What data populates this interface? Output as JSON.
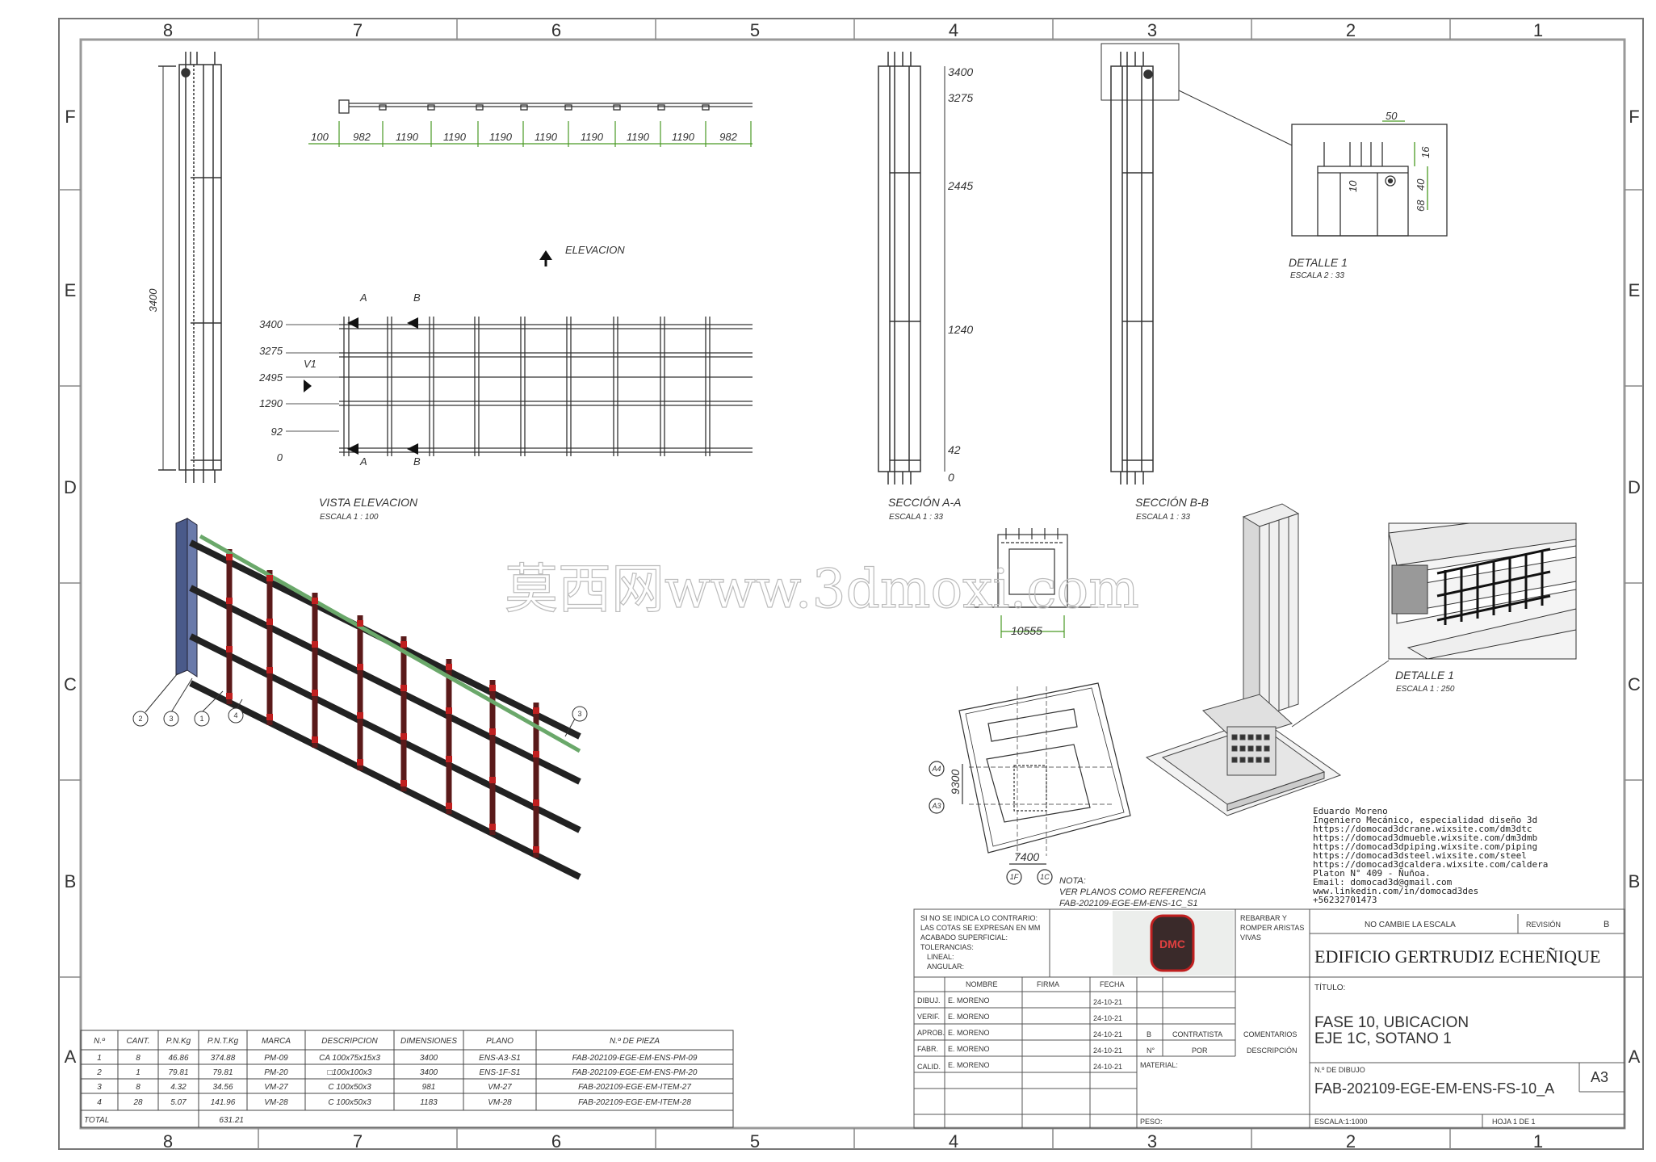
{
  "frame": {
    "columns": [
      "8",
      "7",
      "6",
      "5",
      "4",
      "3",
      "2",
      "1"
    ],
    "rows": [
      "F",
      "E",
      "D",
      "C",
      "B",
      "A"
    ]
  },
  "views": {
    "vista_elevacion": {
      "title": "VISTA ELEVACION",
      "scale": "ESCALA 1 : 100"
    },
    "seccion_aa": {
      "title": "SECCIÓN A-A",
      "scale": "ESCALA 1 : 33"
    },
    "seccion_bb": {
      "title": "SECCIÓN B-B",
      "scale": "ESCALA 1 : 33"
    },
    "detalle_top": {
      "title": "DETALLE 1",
      "scale": "ESCALA 2 : 33"
    },
    "detalle_iso": {
      "title": "DETALLE 1",
      "scale": "ESCALA 1 : 250"
    },
    "elevacion_arrow": "ELEVACION"
  },
  "dims": {
    "side_height": "3400",
    "top_dims": [
      "100",
      "982",
      "1190",
      "1190",
      "1190",
      "1190",
      "1190",
      "1190",
      "1190",
      "982"
    ],
    "elev_levels": [
      "3400",
      "3275",
      "2495",
      "1290",
      "92",
      "0"
    ],
    "elev_v1": "V1",
    "section_marks": [
      "A",
      "B"
    ],
    "seccion_levels": [
      "3400",
      "3275",
      "2445",
      "1240",
      "42",
      "0"
    ],
    "detail_dims": [
      "50",
      "16",
      "10",
      "68",
      "40"
    ],
    "plan_width": "10555",
    "site_dims": [
      "9300",
      "7400"
    ],
    "site_axes": [
      "A4",
      "A3",
      "1F",
      "1C"
    ]
  },
  "balloons": [
    "2",
    "3",
    "1",
    "4",
    "3"
  ],
  "note": {
    "title": "NOTA:",
    "line1": "VER PLANOS COMO REFERENCIA",
    "line2": "FAB-202109-EGE-EM-ENS-1C_S1"
  },
  "watermark": "莫西网www.3dmoxi.com",
  "author": [
    "Eduardo Moreno",
    "Ingeniero Mecánico, especialidad diseño 3d",
    "https://domocad3dcrane.wixsite.com/dm3dtc",
    "https://domocad3dmueble.wixsite.com/dm3dmb",
    "https://domocad3dpiping.wixsite.com/piping",
    "https://domocad3dsteel.wixsite.com/steel",
    "https://domocad3dcaldera.wixsite.com/caldera",
    "Platon N° 409 - Ñuñoa.",
    "Email: domocad3d@gmail.com",
    "www.linkedin.com/in/domocad3des",
    "+56232701473"
  ],
  "bom": {
    "headers": [
      "N.º",
      "CANT.",
      "P.N.Kg",
      "P.N.T.Kg",
      "MARCA",
      "DESCRIPCION",
      "DIMENSIONES",
      "PLANO",
      "N.º DE PIEZA"
    ],
    "rows": [
      [
        "1",
        "8",
        "46.86",
        "374.88",
        "PM-09",
        "CA 100x75x15x3",
        "3400",
        "ENS-A3-S1",
        "FAB-202109-EGE-EM-ENS-PM-09"
      ],
      [
        "2",
        "1",
        "79.81",
        "79.81",
        "PM-20",
        "□100x100x3",
        "3400",
        "ENS-1F-S1",
        "FAB-202109-EGE-EM-ENS-PM-20"
      ],
      [
        "3",
        "8",
        "4.32",
        "34.56",
        "VM-27",
        "C 100x50x3",
        "981",
        "VM-27",
        "FAB-202109-EGE-EM-ITEM-27"
      ],
      [
        "4",
        "28",
        "5.07",
        "141.96",
        "VM-28",
        "C 100x50x3",
        "1183",
        "VM-28",
        "FAB-202109-EGE-EM-ITEM-28"
      ]
    ],
    "total_label": "TOTAL",
    "total_value": "631.21"
  },
  "title_block": {
    "notes": [
      "SI NO SE INDICA LO CONTRARIO:",
      "LAS COTAS SE EXPRESAN EN MM",
      "ACABADO SUPERFICIAL:",
      "TOLERANCIAS:",
      "LINEAL:",
      "ANGULAR:"
    ],
    "finish": [
      "REBARBAR Y",
      "ROMPER ARISTAS",
      "VIVAS"
    ],
    "no_scale": "NO CAMBIE LA ESCALA",
    "revision_label": "REVISIÓN",
    "revision": "B",
    "project": "EDIFICIO GERTRUDIZ ECHEÑIQUE",
    "titulo_label": "TÍTULO:",
    "titulo_1": "FASE 10, UBICACION",
    "titulo_2": "EJE 1C, SOTANO 1",
    "cols": [
      "NOMBRE",
      "FIRMA",
      "FECHA"
    ],
    "roles": [
      "DIBUJ.",
      "VERIF.",
      "APROB.",
      "FABR.",
      "CALID."
    ],
    "names": [
      "E. MORENO",
      "E. MORENO",
      "E. MORENO",
      "E. MORENO",
      "E. MORENO"
    ],
    "dates": [
      "24-10-21",
      "24-10-21",
      "24-10-21",
      "24-10-21",
      "24-10-21"
    ],
    "rev_cols": [
      "B",
      "CONTRATISTA",
      "COMENTARIOS"
    ],
    "rev_cols2": [
      "N°",
      "POR",
      "DESCRIPCIÓN"
    ],
    "material_label": "MATERIAL:",
    "peso_label": "PESO:",
    "drawing_no_label": "N.º DE DIBUJO",
    "drawing_no": "FAB-202109-EGE-EM-ENS-FS-10_A",
    "size": "A3",
    "scale": "ESCALA:1:1000",
    "sheet": "HOJA 1 DE 1",
    "logo_text": "DMC"
  }
}
